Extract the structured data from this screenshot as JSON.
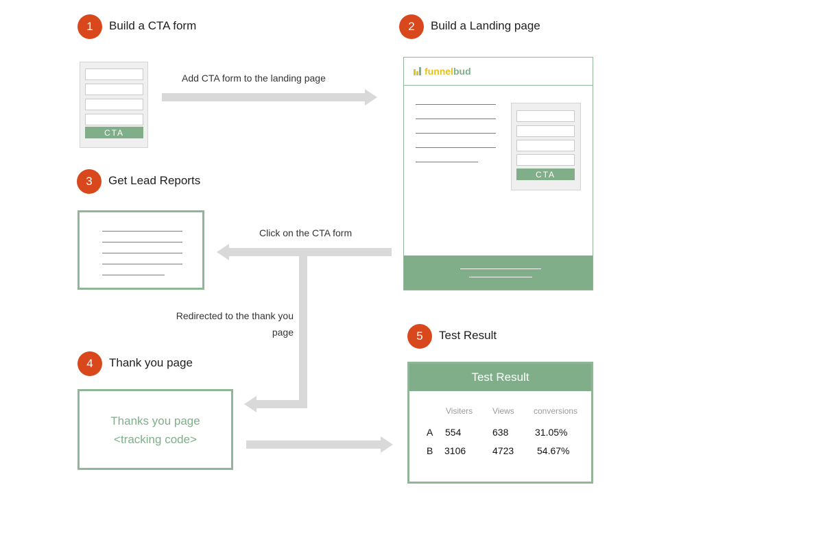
{
  "steps": [
    {
      "num": "1",
      "label": "Build a CTA form"
    },
    {
      "num": "2",
      "label": "Build a Landing page"
    },
    {
      "num": "3",
      "label": "Get Lead Reports"
    },
    {
      "num": "4",
      "label": "Thank you page"
    },
    {
      "num": "5",
      "label": "Test Result"
    }
  ],
  "flows": {
    "add_cta": "Add CTA form to the landing page",
    "click_cta": "Click on the CTA form",
    "redirect_line1": "Redirected to the thank you",
    "redirect_line2": "page"
  },
  "cta_form": {
    "button": "CTA"
  },
  "landing": {
    "logo_text_1": "funnel",
    "logo_text_2": "bud",
    "cta_button": "CTA"
  },
  "thankyou": {
    "line1": "Thanks you page",
    "line2": "<tracking code>"
  },
  "test_result": {
    "title": "Test Result",
    "headers": [
      "Visiters",
      "Views",
      "conversions"
    ],
    "rows": [
      {
        "label": "A",
        "visiters": "554",
        "views": "638",
        "conversions": "31.05%"
      },
      {
        "label": "B",
        "visiters": "3106",
        "views": "4723",
        "conversions": "54.67%"
      }
    ]
  },
  "colors": {
    "accent": "#d9481c",
    "green": "#7fae88",
    "arrow": "#d9d9d9",
    "logo_yellow": "#e8c21a"
  }
}
